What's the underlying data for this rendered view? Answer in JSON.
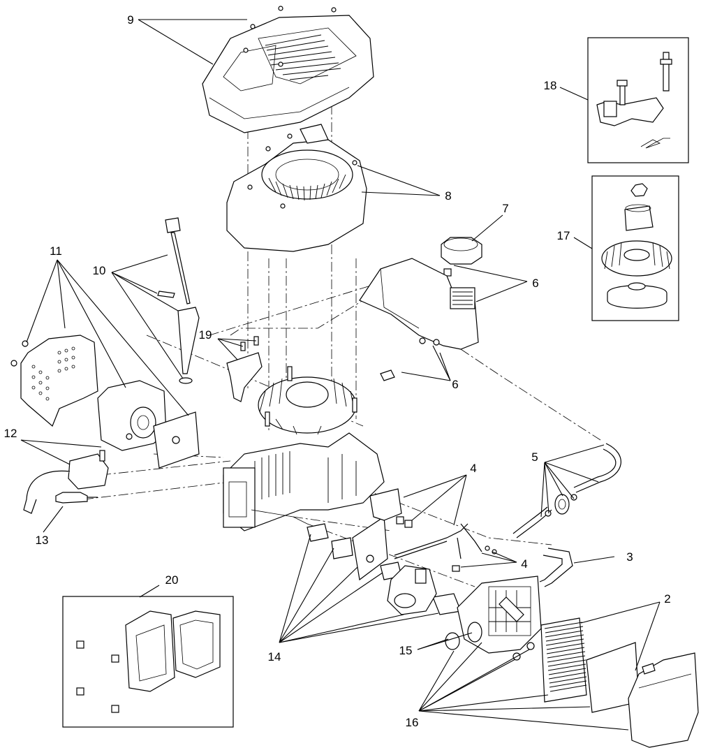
{
  "callouts": {
    "c2": "2",
    "c3": "3",
    "c4a": "4",
    "c4b": "4",
    "c5": "5",
    "c6a": "6",
    "c6b": "6",
    "c7": "7",
    "c8": "8",
    "c9": "9",
    "c10": "10",
    "c11": "11",
    "c12": "12",
    "c13": "13",
    "c14": "14",
    "c15": "15",
    "c16": "16",
    "c17": "17",
    "c18": "18",
    "c19": "19",
    "c20": "20"
  }
}
